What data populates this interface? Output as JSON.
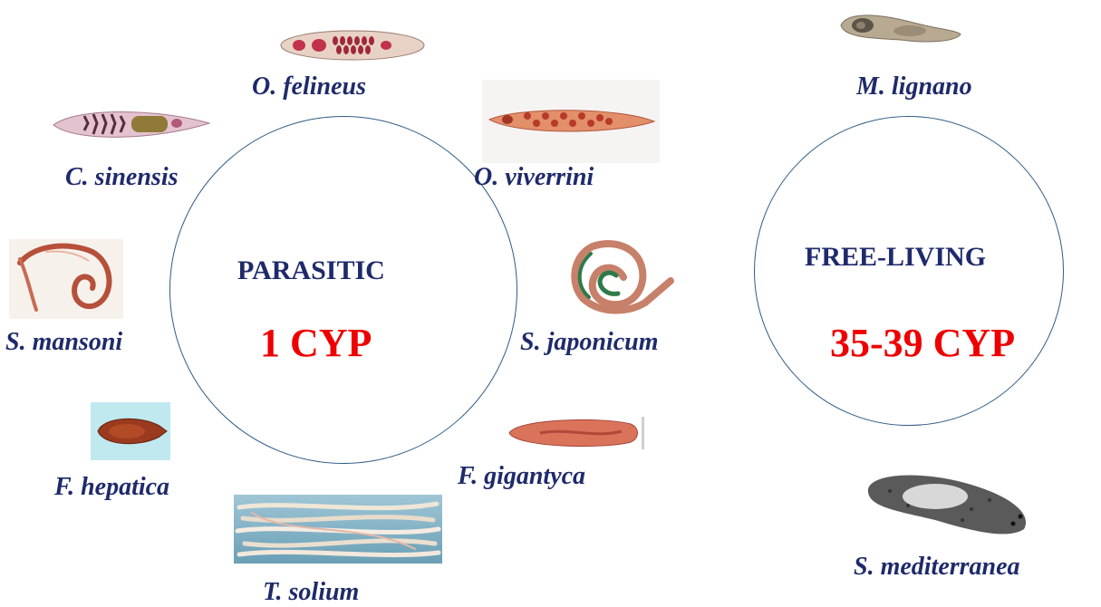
{
  "parasitic": {
    "heading": "PARASITIC",
    "count": "1 CYP",
    "species": [
      {
        "name": "O. felineus"
      },
      {
        "name": "O. viverrini"
      },
      {
        "name": "C. sinensis"
      },
      {
        "name": "S. mansoni"
      },
      {
        "name": "S. japonicum"
      },
      {
        "name": "F. hepatica"
      },
      {
        "name": "F. gigantyca"
      },
      {
        "name": "T. solium"
      }
    ]
  },
  "free_living": {
    "heading": "FREE-LIVING",
    "count": "35-39 CYP",
    "species": [
      {
        "name": "M. lignano"
      },
      {
        "name": "S. mediterranea"
      }
    ]
  },
  "colors": {
    "label_text": "#1f2a6b",
    "count_text": "#ee0000",
    "circle_stroke": "#2e5b86"
  }
}
